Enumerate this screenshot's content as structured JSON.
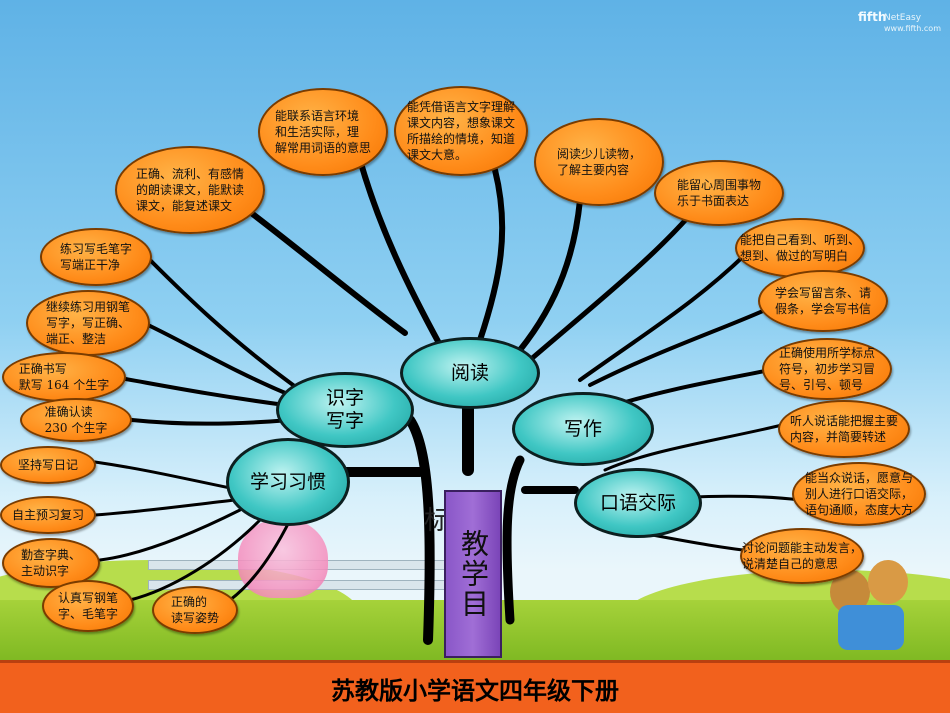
{
  "logo": {
    "mark": "fifth",
    "name": "NetEasy",
    "url": "www.fifth.com"
  },
  "center": {
    "label": "教学目"
  },
  "stray_char": "标",
  "footer": {
    "title": "苏教版小学语文四年级下册"
  },
  "nodes": {
    "reading": "阅读",
    "literacy": "识字\n写字",
    "writing": "写作",
    "habits": "学习习惯",
    "oral": "口语交际"
  },
  "bubbles": {
    "context": "能联系语言环境\n和生活实际，理\n解常用词语的意思",
    "imagine": "能凭借语言文字理解\n课文内容，想象课文\n所描绘的情境，知道\n课文大意。",
    "fluent": "正确、流利、有感情\n的朗读课文，能默读\n课文，能复述课文",
    "children_books": "阅读少儿读物，\n了解主要内容",
    "observe": "能留心周围事物\n乐于书面表达",
    "brush": "练习写毛笔字\n写端正干净",
    "see_hear": "能把自己看到、听到、\n想到、做过的写明白",
    "notes": "学会写留言条、请\n假条，学会写书信",
    "pen": "继续练习用钢笔\n写字，写正确、\n端正、整洁",
    "punct": "正确使用所学标点\n符号，初步学习冒\n号、引号、顿号",
    "write164": "正确书写\n默写 164 个生字",
    "read230": "准确认读\n230 个生字",
    "listen": "听人说话能把握主要\n内容，并简要转述",
    "diary": "坚持写日记",
    "speak": "能当众说话，愿意与\n别人进行口语交际，\n语句通顺，态度大方",
    "preview": "自主预习复习",
    "dict": "勤查字典、\n主动识字",
    "discuss": "讨论问题能主动发言，\n说清楚自己的意思",
    "pen_brush": "认真写钢笔\n字、毛笔字",
    "posture": "正确的\n读写姿势"
  }
}
